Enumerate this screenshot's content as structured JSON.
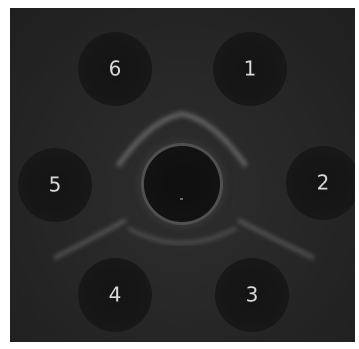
{
  "image": {
    "background_color": "#262626",
    "precipitin_line_color": "#8c8c8c",
    "label_color": "#d8d8d8",
    "center_well": {
      "label": ""
    },
    "peripheral_wells": [
      {
        "id": "well-1",
        "label": "1"
      },
      {
        "id": "well-2",
        "label": "2"
      },
      {
        "id": "well-3",
        "label": "3"
      },
      {
        "id": "well-4",
        "label": "4"
      },
      {
        "id": "well-5",
        "label": "5"
      },
      {
        "id": "well-6",
        "label": "6"
      }
    ]
  }
}
